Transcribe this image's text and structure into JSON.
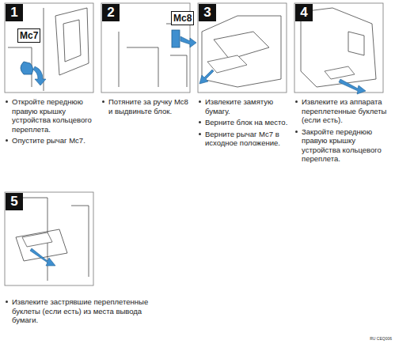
{
  "diagram": {
    "nodes": [
      {
        "text": [
          "1"
        ]
      },
      {
        "text": [
          "Mc7"
        ]
      },
      {
        "text": [
          "2"
        ]
      },
      {
        "text": [
          "Mc8"
        ]
      },
      {
        "text": [
          "3"
        ]
      },
      {
        "text": [
          "4"
        ]
      },
      {
        "text": [
          "5"
        ]
      }
    ],
    "labels": [
      "Откройте переднюю правую крышку устройства кольцевого переплета.",
      "Опустите рычаг Mc7.",
      "Потяните за ручку Mc8 и выдвиньте блок.",
      "Извлеките замятую бумагу.",
      "Верните блок на место.",
      "Верните рычаг Mc7 в исходное положение.",
      "Извлеките из аппарата переплетенные буклеты (если есть).",
      "Закройте переднюю правую крышку устройства кольцевого переплета.",
      "Извлеките застрявшие переплетенные буклеты (если есть) из места вывода бумаги.",
      "RU CEQ006"
    ]
  }
}
